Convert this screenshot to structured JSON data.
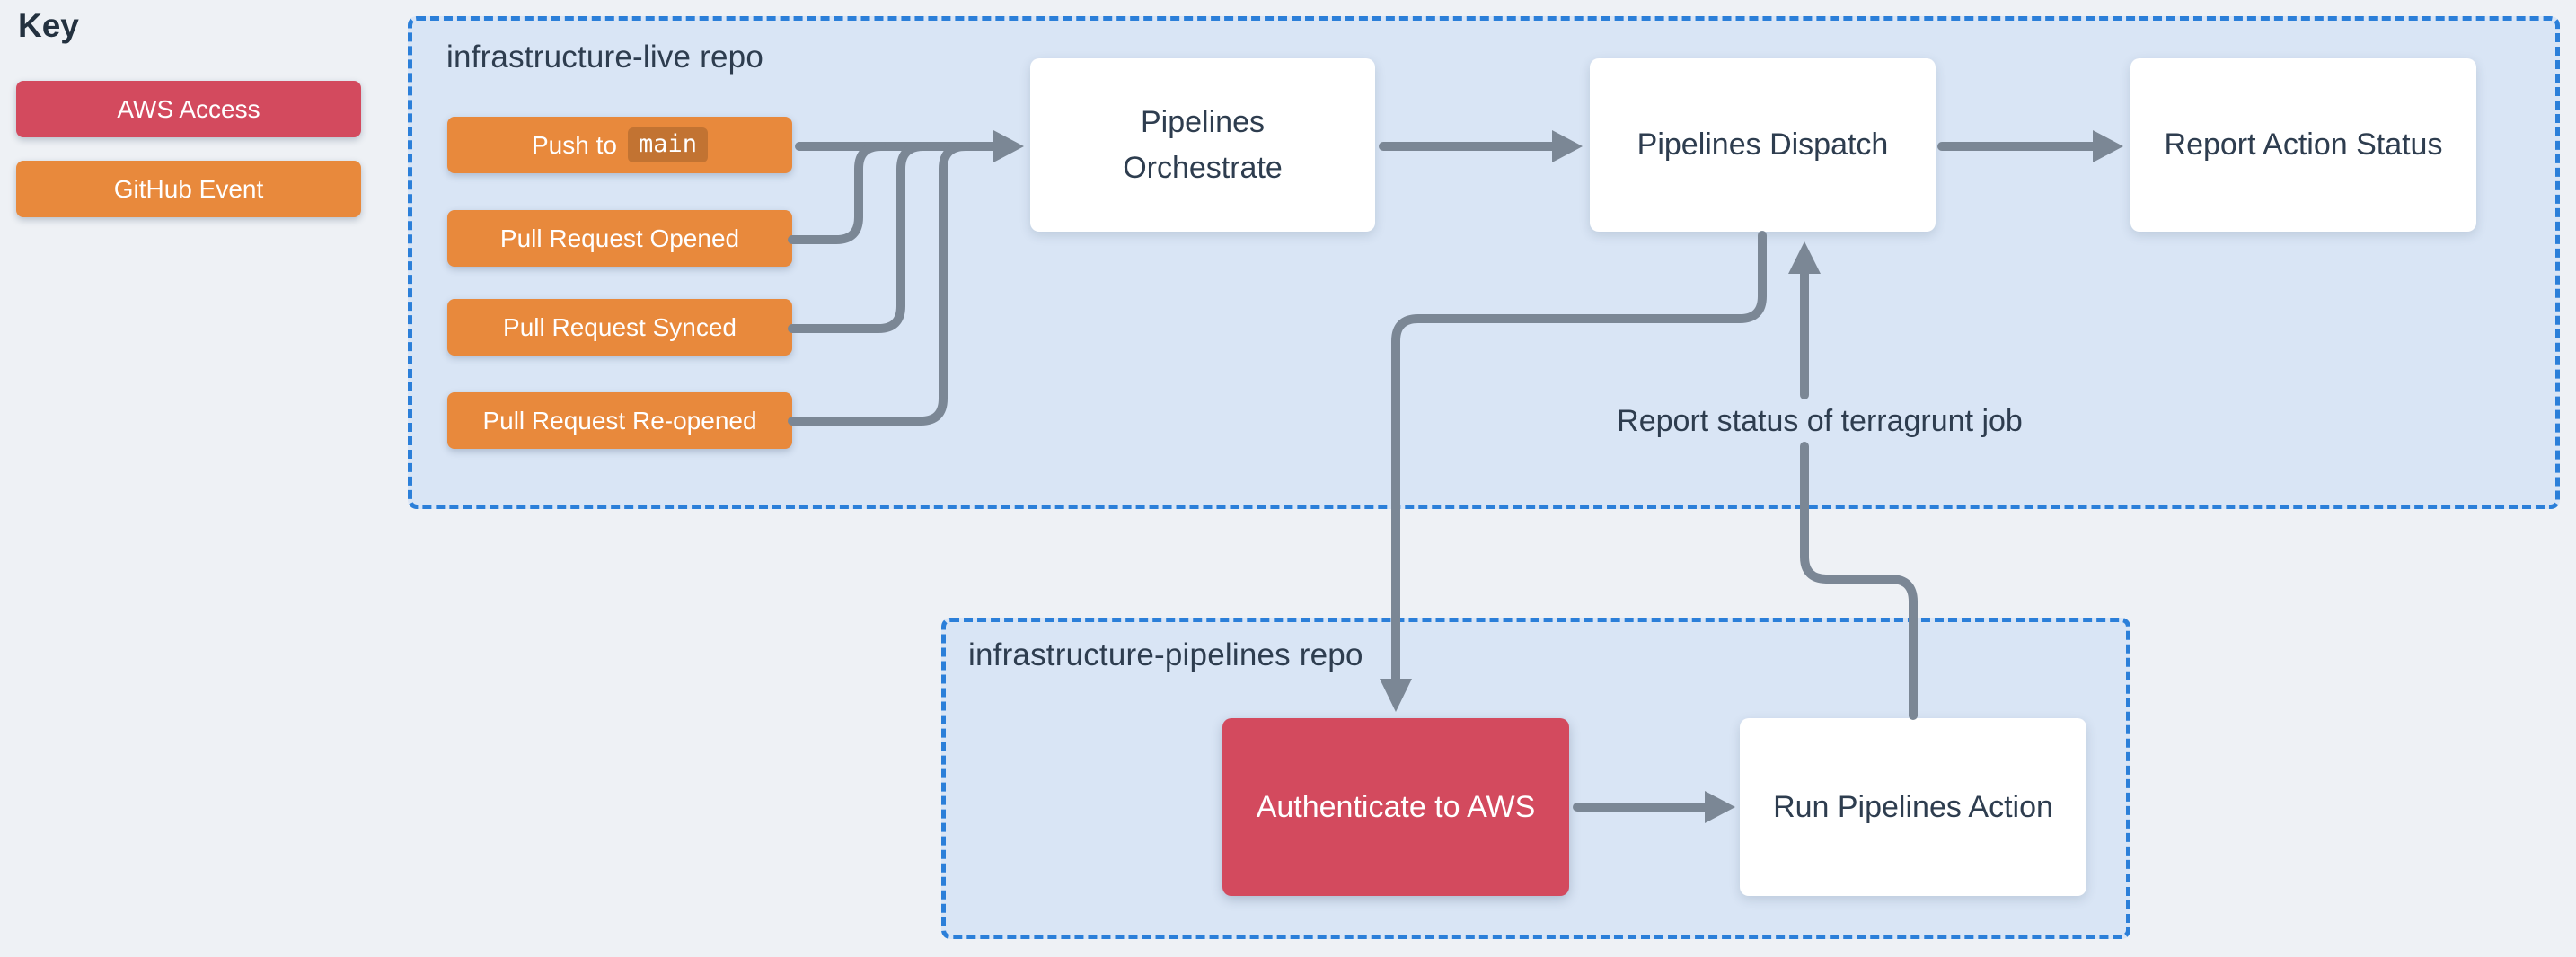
{
  "colors": {
    "aws_access": "#d34a5e",
    "github_event": "#e8893c",
    "repo_fill": "#d9e5f5",
    "repo_border": "#2b7fd9",
    "arrow": "#7b8795",
    "text_dark": "#2e3d4f",
    "page_bg": "#eef1f5",
    "node_fill": "#ffffff"
  },
  "key": {
    "title": "Key",
    "items": [
      {
        "id": "aws-access",
        "label": "AWS Access"
      },
      {
        "id": "github-event",
        "label": "GitHub Event"
      }
    ]
  },
  "live_repo": {
    "label": "infrastructure-live repo",
    "events": [
      {
        "id": "push-main",
        "label": "Push to",
        "code": "main"
      },
      {
        "id": "pr-opened",
        "label": "Pull Request Opened"
      },
      {
        "id": "pr-synced",
        "label": "Pull Request Synced"
      },
      {
        "id": "pr-reopened",
        "label": "Pull Request Re-opened"
      }
    ],
    "nodes": [
      {
        "id": "pipelines-orchestrate",
        "label": "Pipelines Orchestrate"
      },
      {
        "id": "pipelines-dispatch",
        "label": "Pipelines Dispatch"
      },
      {
        "id": "report-action-status",
        "label": "Report Action Status"
      }
    ]
  },
  "pipelines_repo": {
    "label": "infrastructure-pipelines repo",
    "nodes": [
      {
        "id": "authenticate-aws",
        "label": "Authenticate to AWS"
      },
      {
        "id": "run-pipelines-action",
        "label": "Run Pipelines Action"
      }
    ]
  },
  "annotations": {
    "report_status": "Report status of terragrunt job"
  }
}
